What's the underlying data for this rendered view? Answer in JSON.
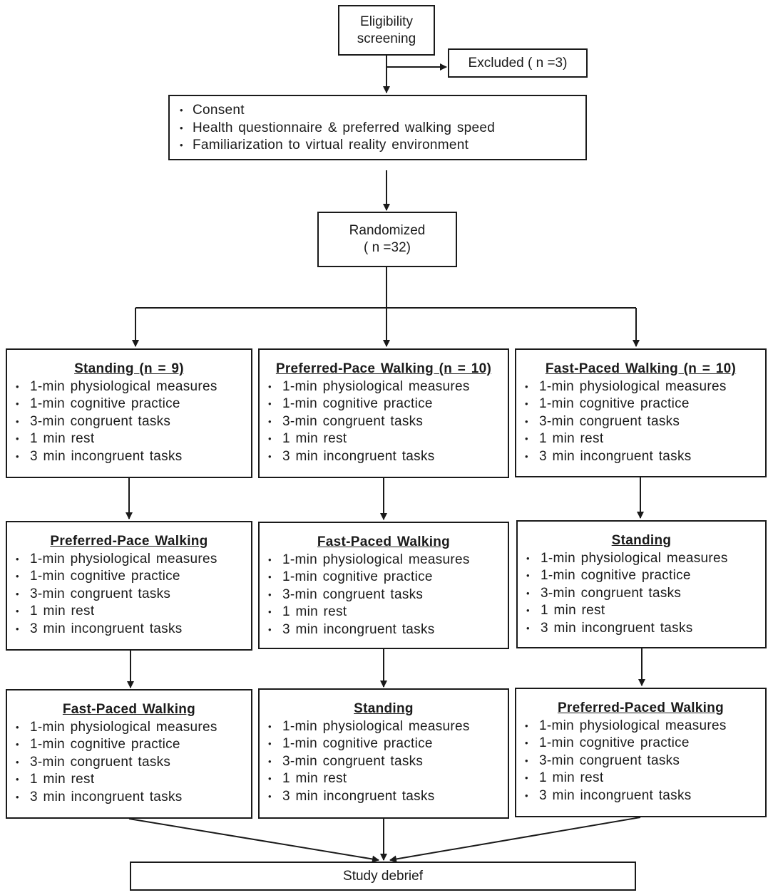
{
  "eligibility": {
    "line1": "Eligibility",
    "line2": "screening"
  },
  "excluded": {
    "label": "Excluded ( n =3)"
  },
  "consent": {
    "items": [
      "Consent",
      "Health questionnaire & preferred  walking speed",
      "Familiarization to virtual reality environment"
    ]
  },
  "randomized": {
    "line1": "Randomized",
    "line2": "( n =32)"
  },
  "arms": [
    {
      "blocks": [
        {
          "title": "Standing (n = 9)",
          "items": [
            "1-min physiological measures",
            "1-min cognitive  practice",
            "3-min congruent tasks",
            "1 min rest",
            "3 min incongruent tasks"
          ]
        },
        {
          "title": "Preferred-Pace Walking",
          "items": [
            "1-min physiological measures",
            "1-min cognitive  practice",
            "3-min congruent tasks",
            "1 min rest",
            "3 min incongruent tasks"
          ]
        },
        {
          "title": "Fast-Paced Walking",
          "items": [
            "1-min physiological measures",
            "1-min cognitive  practice",
            "3-min congruent tasks",
            "1 min rest",
            "3 min incongruent tasks"
          ]
        }
      ]
    },
    {
      "blocks": [
        {
          "title": "Preferred-Pace Walking (n = 10)",
          "items": [
            "1-min physiological measures",
            "1-min cognitive  practice",
            "3-min congruent tasks",
            "1 min rest",
            "3 min incongruent tasks"
          ]
        },
        {
          "title": "Fast-Paced Walking",
          "items": [
            "1-min physiological measures",
            "1-min cognitive  practice",
            "3-min congruent tasks",
            "1 min rest",
            "3 min incongruent tasks"
          ]
        },
        {
          "title": "Standing",
          "items": [
            "1-min physiological measures",
            "1-min cognitive  practice",
            "3-min congruent tasks",
            "1 min rest",
            "3 min incongruent tasks"
          ]
        }
      ]
    },
    {
      "blocks": [
        {
          "title": "Fast-Paced Walking (n = 10)",
          "items": [
            "1-min physiological measures",
            "1-min cognitive  practice",
            "3-min congruent tasks",
            "1 min rest",
            "3 min incongruent tasks"
          ]
        },
        {
          "title": "Standing",
          "items": [
            "1-min physiological measures",
            "1-min cognitive  practice",
            "3-min congruent tasks",
            "1 min rest",
            "3 min incongruent tasks"
          ]
        },
        {
          "title": "Preferred-Paced Walking",
          "items": [
            "1-min physiological measures",
            "1-min cognitive  practice",
            "3-min congruent tasks",
            "1 min rest",
            "3 min incongruent tasks"
          ]
        }
      ]
    }
  ],
  "debrief": {
    "label": "Study debrief"
  }
}
